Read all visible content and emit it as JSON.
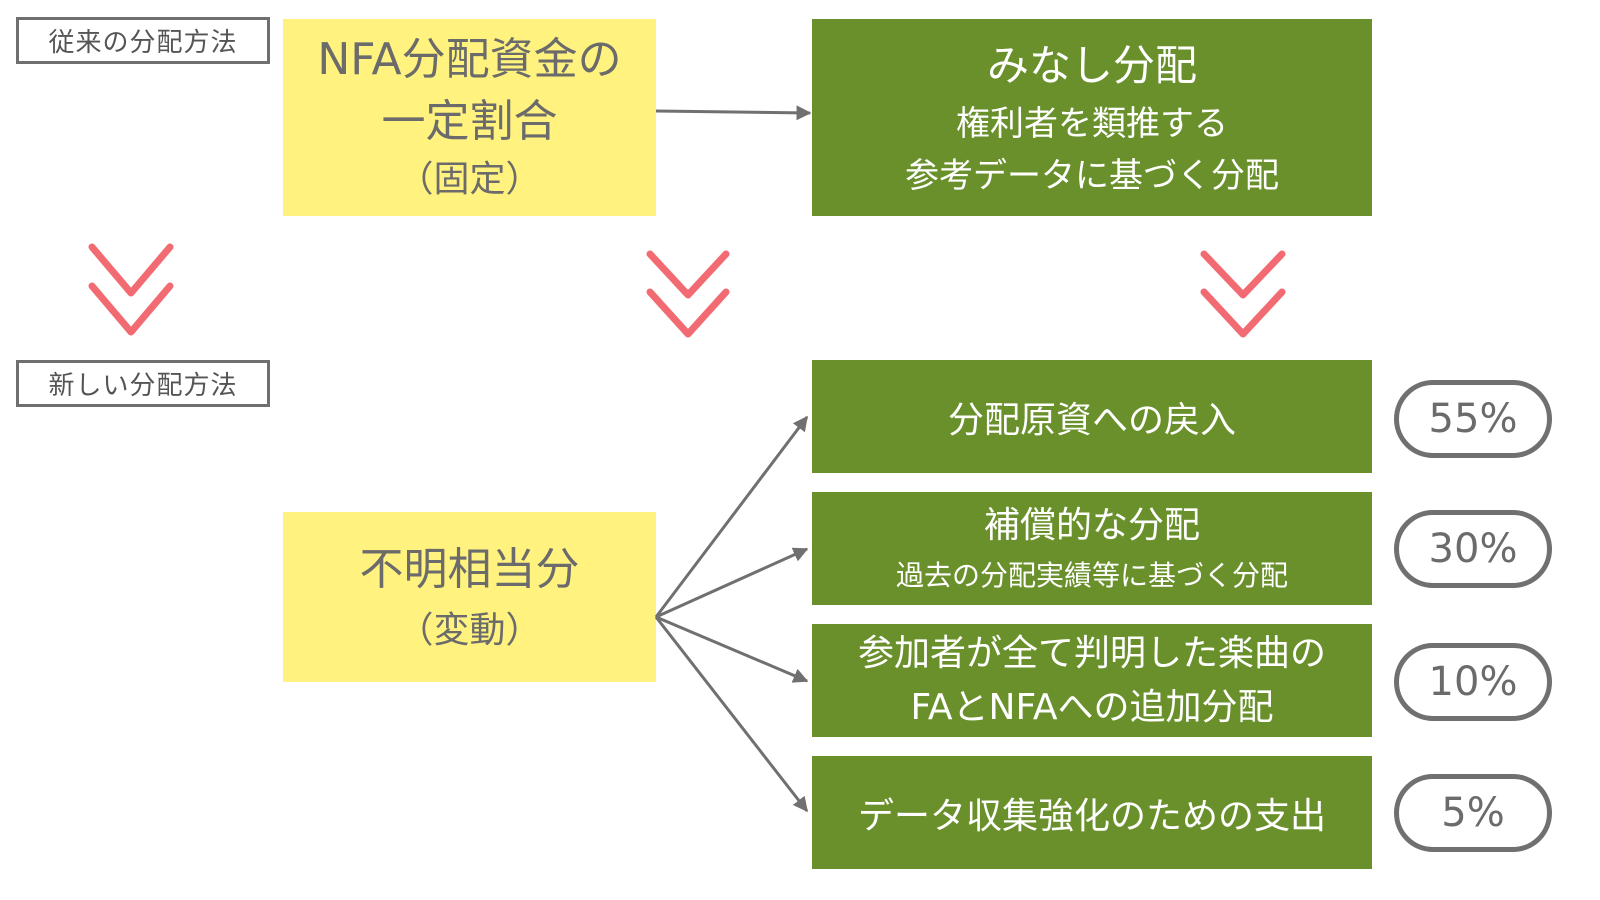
{
  "labels": {
    "old_method": "従来の分配方法",
    "new_method": "新しい分配方法"
  },
  "old_flow": {
    "source": {
      "line1": "NFA分配資金の",
      "line2": "一定割合",
      "line3": "（固定）"
    },
    "target": {
      "title": "みなし分配",
      "line2": "権利者を類推する",
      "line3": "参考データに基づく分配"
    }
  },
  "new_flow": {
    "source": {
      "line1": "不明相当分",
      "line2": "（変動）"
    },
    "targets": [
      {
        "title": "分配原資への戻入",
        "sub": "",
        "percent": "55%"
      },
      {
        "title": "補償的な分配",
        "sub": "過去の分配実績等に基づく分配",
        "percent": "30%"
      },
      {
        "title": "参加者が全て判明した楽曲の",
        "sub": "FAとNFAへの追加分配",
        "percent": "10%"
      },
      {
        "title": "データ収集強化のための支出",
        "sub": "",
        "percent": "5%"
      }
    ]
  },
  "colors": {
    "yellow_box": "#fff27f",
    "green_box": "#6a902c",
    "chevron": "#f26b72",
    "arrow": "#707070"
  }
}
